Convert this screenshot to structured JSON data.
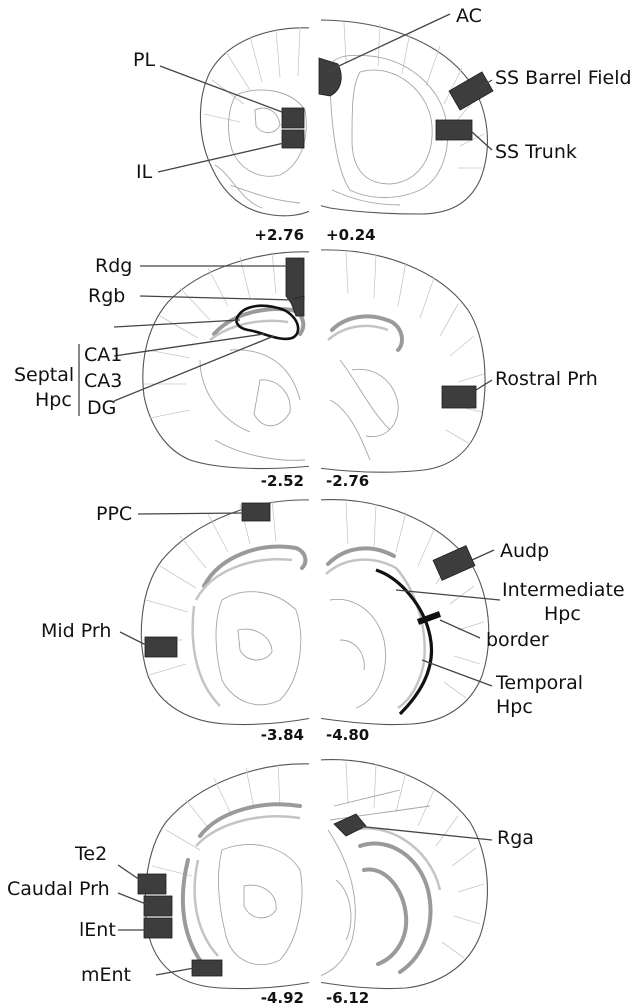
{
  "sections": [
    {
      "left_coord": "+2.76",
      "right_coord": "+0.24"
    },
    {
      "left_coord": "-2.52",
      "right_coord": "-2.76"
    },
    {
      "left_coord": "-3.84",
      "right_coord": "-4.80"
    },
    {
      "left_coord": "-4.92",
      "right_coord": "-6.12"
    }
  ],
  "labels": {
    "pl": "PL",
    "il": "IL",
    "ac": "AC",
    "ss_barrel": "SS Barrel Field",
    "ss_trunk": "SS Trunk",
    "rdg": "Rdg",
    "rgb": "Rgb",
    "ca1": "CA1",
    "ca3": "CA3",
    "dg": "DG",
    "septal": "Septal",
    "hpc": "Hpc",
    "rostral_prh": "Rostral Prh",
    "ppc": "PPC",
    "mid_prh": "Mid Prh",
    "audp": "Audp",
    "intermediate": "Intermediate",
    "intermediate_hpc": "Hpc",
    "border": "border",
    "temporal": "Temporal",
    "temporal_hpc": "Hpc",
    "te2": "Te2",
    "caudal_prh": "Caudal Prh",
    "lent": "lEnt",
    "ment": "mEnt",
    "rga": "Rga"
  },
  "colors": {
    "region_fill": "#3d3d3d",
    "outline": "#555555",
    "hippocampus": "#9a9a9a"
  }
}
